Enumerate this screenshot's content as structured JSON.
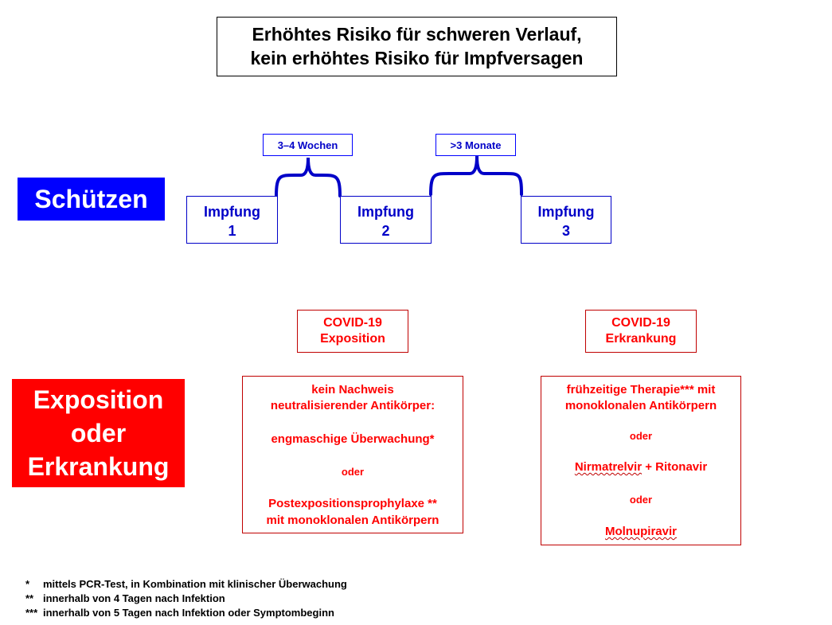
{
  "title": {
    "line1": "Erhöhtes Risiko für schweren Verlauf,",
    "line2": "kein erhöhtes Risiko für Impfversagen"
  },
  "sections": {
    "protect_label": "Schützen",
    "exposure_label": [
      "Exposition",
      "oder",
      "Erkrankung"
    ]
  },
  "intervals": [
    "3–4 Wochen",
    ">3 Monate"
  ],
  "vaccinations": [
    {
      "label": "Impfung",
      "number": "1"
    },
    {
      "label": "Impfung",
      "number": "2"
    },
    {
      "label": "Impfung",
      "number": "3"
    }
  ],
  "triggers": {
    "exposure": [
      "COVID-19",
      "Exposition"
    ],
    "disease": [
      "COVID-19",
      "Erkrankung"
    ]
  },
  "exposure_box": {
    "line1": "kein Nachweis",
    "line2": "neutralisierender Antikörper:",
    "option1": "engmaschige Überwachung*",
    "or": "oder",
    "option2_line1": "Postexpositionsprophylaxe **",
    "option2_line2": "mit monoklonalen Antikörpern"
  },
  "therapy_box": {
    "line1": "frühzeitige Therapie*** mit",
    "line2": "monoklonalen Antikörpern",
    "or1": "oder",
    "drug1_name": "Nirmatrelvir",
    "drug1_rest": " + Ritonavir",
    "or2": "oder",
    "drug2": "Molnupiravir"
  },
  "footnotes": [
    {
      "mark": "*",
      "text": "mittels PCR-Test, in Kombination mit klinischer Überwachung"
    },
    {
      "mark": "**",
      "text": "innerhalb von 4 Tagen nach Infektion"
    },
    {
      "mark": "***",
      "text": "innerhalb von 5 Tagen nach Infektion oder Symptombeginn"
    }
  ],
  "colors": {
    "protect": "#0000ff",
    "exposure": "#ff0000",
    "vaccination_text": "#0000c8"
  }
}
